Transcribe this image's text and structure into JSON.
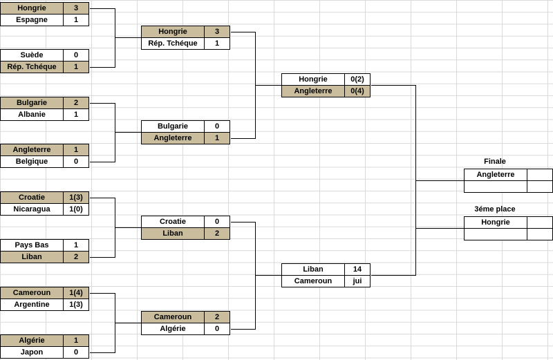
{
  "bracket": {
    "round1": [
      {
        "team1": {
          "name": "Hongrie",
          "score": "3",
          "winner": true
        },
        "team2": {
          "name": "Espagne",
          "score": "1",
          "winner": false
        }
      },
      {
        "team1": {
          "name": "Suède",
          "score": "0",
          "winner": false
        },
        "team2": {
          "name": "Rép. Tchéque",
          "score": "1",
          "winner": true
        }
      },
      {
        "team1": {
          "name": "Bulgarie",
          "score": "2",
          "winner": true
        },
        "team2": {
          "name": "Albanie",
          "score": "1",
          "winner": false
        }
      },
      {
        "team1": {
          "name": "Angleterre",
          "score": "1",
          "winner": true
        },
        "team2": {
          "name": "Belgique",
          "score": "0",
          "winner": false
        }
      },
      {
        "team1": {
          "name": "Croatie",
          "score": "1(3)",
          "winner": true
        },
        "team2": {
          "name": "Nicaragua",
          "score": "1(0)",
          "winner": false
        }
      },
      {
        "team1": {
          "name": "Pays Bas",
          "score": "1",
          "winner": false
        },
        "team2": {
          "name": "Liban",
          "score": "2",
          "winner": true
        }
      },
      {
        "team1": {
          "name": "Cameroun",
          "score": "1(4)",
          "winner": true
        },
        "team2": {
          "name": "Argentine",
          "score": "1(3)",
          "winner": false
        }
      },
      {
        "team1": {
          "name": "Algérie",
          "score": "1",
          "winner": true
        },
        "team2": {
          "name": "Japon",
          "score": "0",
          "winner": false
        }
      }
    ],
    "round2": [
      {
        "team1": {
          "name": "Hongrie",
          "score": "3",
          "winner": true
        },
        "team2": {
          "name": "Rép. Tchéque",
          "score": "1",
          "winner": false
        }
      },
      {
        "team1": {
          "name": "Bulgarie",
          "score": "0",
          "winner": false
        },
        "team2": {
          "name": "Angleterre",
          "score": "1",
          "winner": true
        }
      },
      {
        "team1": {
          "name": "Croatie",
          "score": "0",
          "winner": false
        },
        "team2": {
          "name": "Liban",
          "score": "2",
          "winner": true
        }
      },
      {
        "team1": {
          "name": "Cameroun",
          "score": "2",
          "winner": true
        },
        "team2": {
          "name": "Algérie",
          "score": "0",
          "winner": false
        }
      }
    ],
    "round3": [
      {
        "team1": {
          "name": "Hongrie",
          "score": "0(2)",
          "winner": false
        },
        "team2": {
          "name": "Angleterre",
          "score": "0(4)",
          "winner": true
        }
      },
      {
        "team1": {
          "name": "Liban",
          "score": "14",
          "winner": false
        },
        "team2": {
          "name": "Cameroun",
          "score": "jui",
          "winner": false
        }
      }
    ],
    "final": {
      "title": "Finale",
      "team1": {
        "name": "Angleterre",
        "score": ""
      },
      "team2": {
        "name": "",
        "score": ""
      }
    },
    "third_place": {
      "title": "3éme place",
      "team1": {
        "name": "Hongrie",
        "score": ""
      },
      "team2": {
        "name": "",
        "score": ""
      }
    }
  },
  "colors": {
    "winner_fill": "#c9bd9d",
    "grid": "#d9d9d9",
    "border": "#000000"
  }
}
